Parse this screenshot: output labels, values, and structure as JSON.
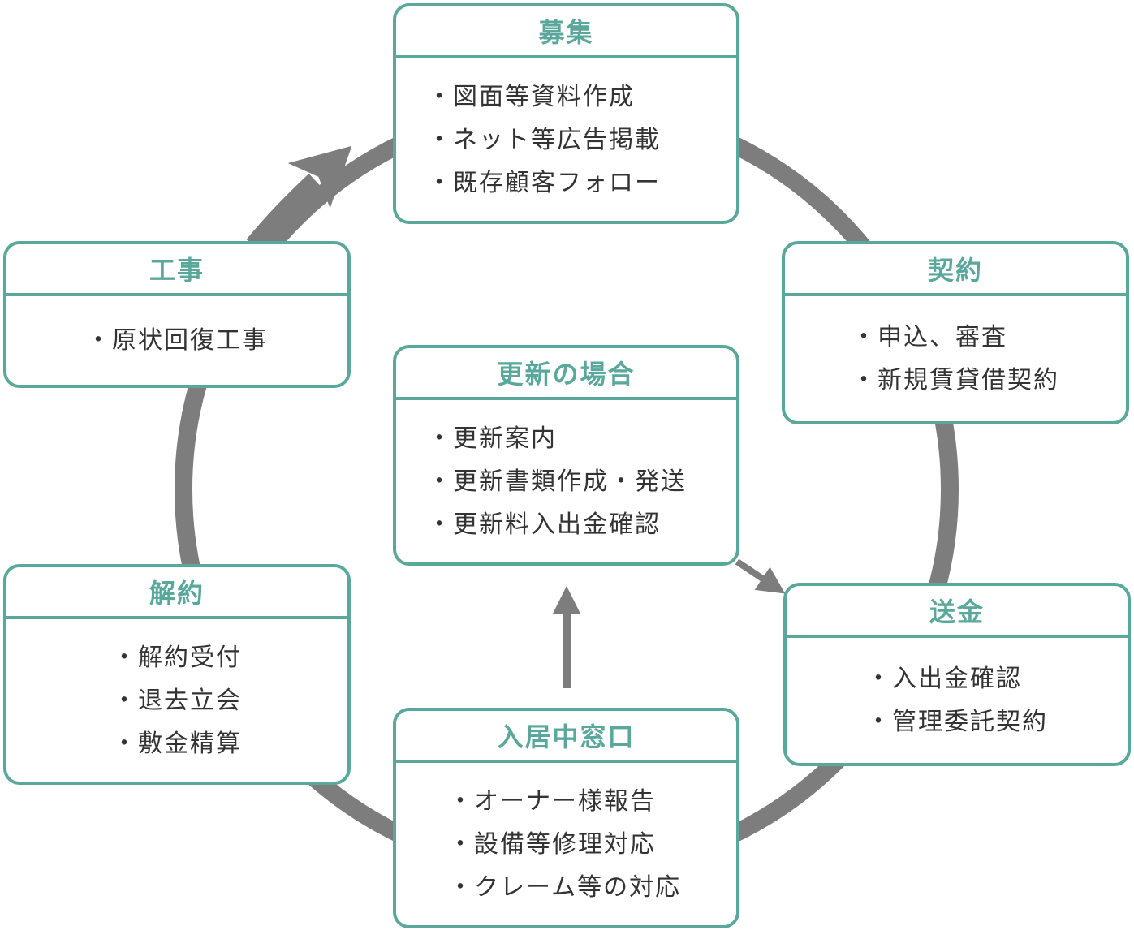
{
  "colors": {
    "box_border": "#5aa89b",
    "title_text": "#5aa89b",
    "body_text": "#333333",
    "arrow": "#7d7d7d"
  },
  "stages": {
    "boshu": {
      "title": "募集",
      "items": [
        "図面等資料作成",
        "ネット等広告掲載",
        "既存顧客フォロー"
      ]
    },
    "keiyaku": {
      "title": "契約",
      "items": [
        "申込、審査",
        "新規賃貸借契約"
      ]
    },
    "sokin": {
      "title": "送金",
      "items": [
        "入出金確認",
        "管理委託契約"
      ]
    },
    "nyukyo": {
      "title": "入居中窓口",
      "items": [
        "オーナー様報告",
        "設備等修理対応",
        "クレーム等の対応"
      ]
    },
    "kaiyaku": {
      "title": "解約",
      "items": [
        "解約受付",
        "退去立会",
        "敷金精算"
      ]
    },
    "koji": {
      "title": "工事",
      "items": [
        "原状回復工事"
      ]
    },
    "koshin": {
      "title": "更新の場合",
      "items": [
        "更新案内",
        "更新書類作成・発送",
        "更新料入出金確認"
      ]
    }
  }
}
